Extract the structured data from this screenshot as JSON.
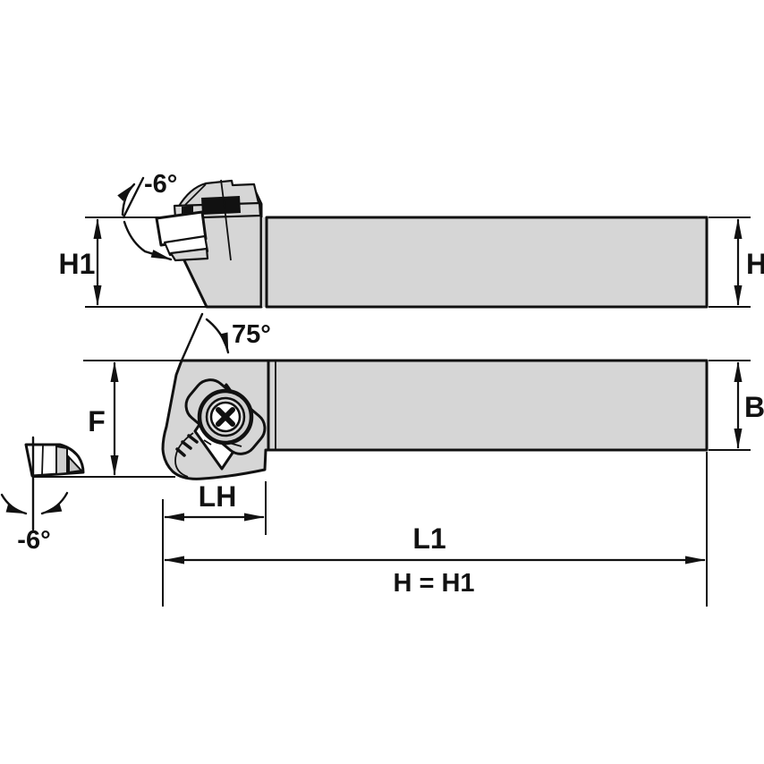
{
  "diagram": {
    "title": "Turning toolholder engineering drawing, two orthographic views with insert rake detail",
    "labels": {
      "h1": "H1",
      "h": "H",
      "f": "F",
      "b": "B",
      "lh": "LH",
      "l1": "L1",
      "equality": "H = H1",
      "lead_angle": "75°",
      "rake_angle_top": "-6°",
      "rake_angle_detail": "-6°"
    },
    "colors": {
      "part_fill": "#d6d6d6",
      "line": "#111111",
      "background": "#ffffff"
    }
  }
}
